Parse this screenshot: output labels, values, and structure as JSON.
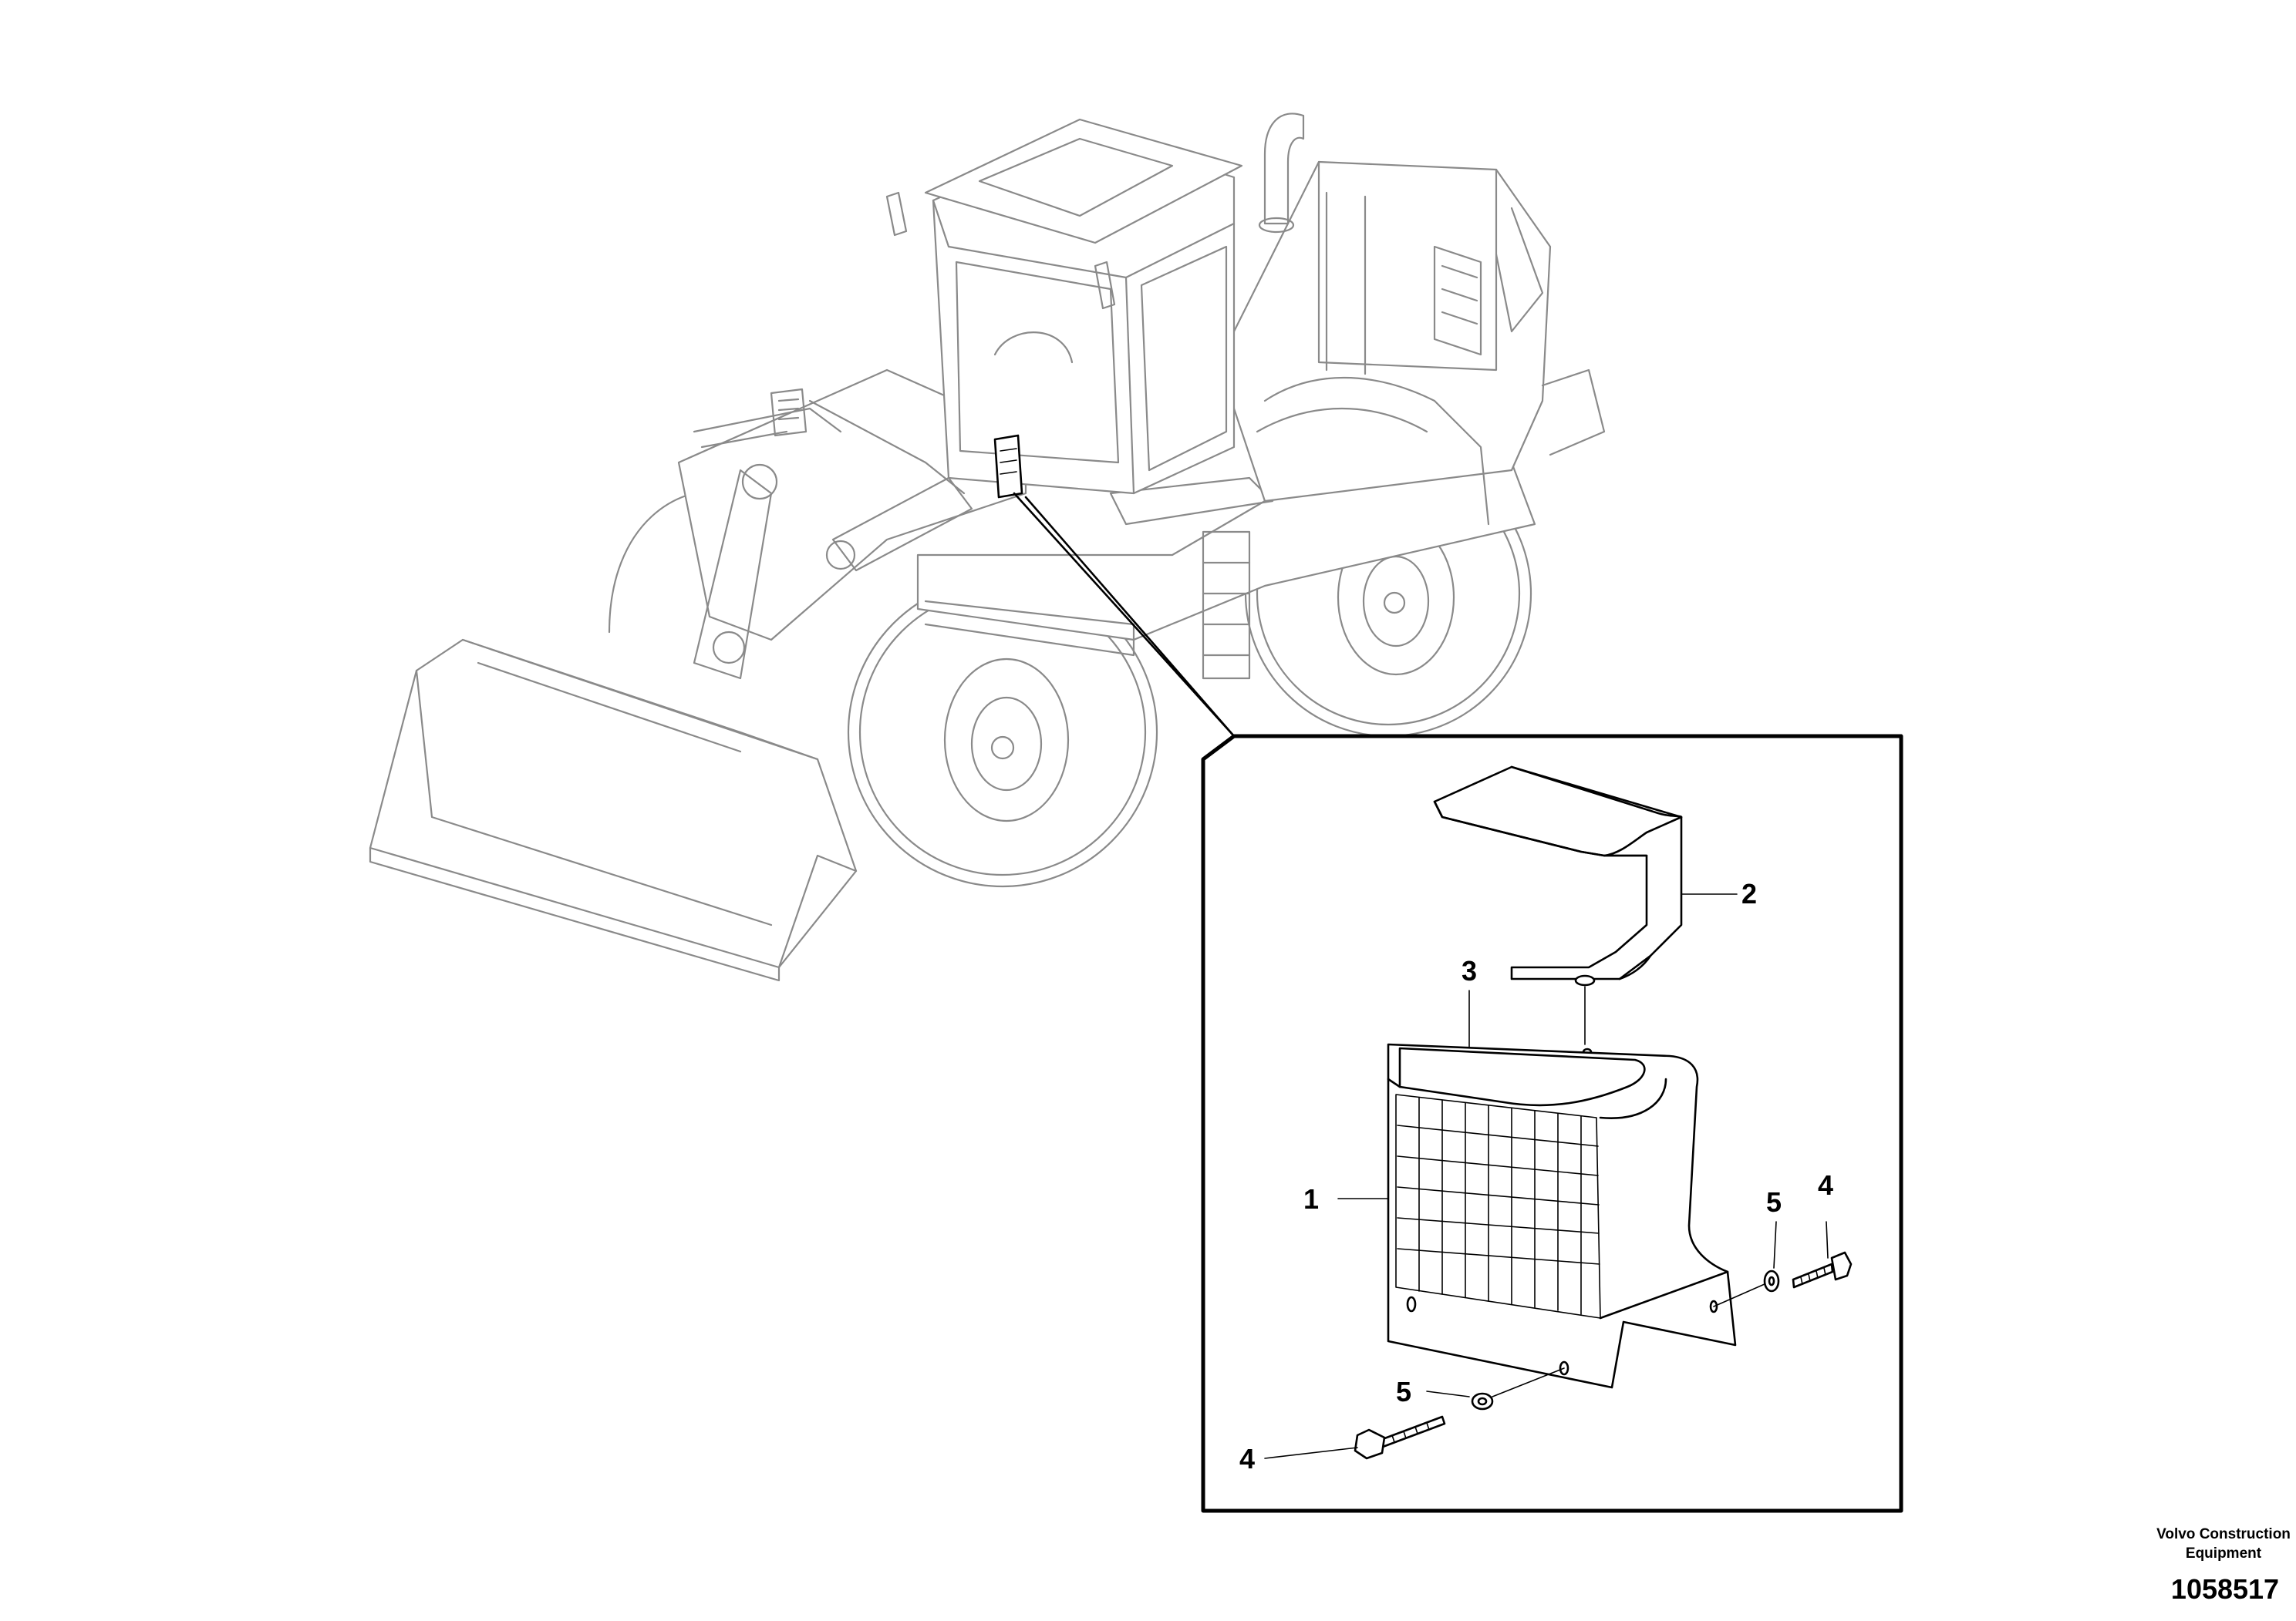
{
  "diagram": {
    "callouts": {
      "c1": "1",
      "c2": "2",
      "c3": "3",
      "c4a": "4",
      "c4b": "4",
      "c5a": "5",
      "c5b": "5"
    },
    "brand_line1": "Volvo Construction",
    "brand_line2": "Equipment",
    "doc_number": "1058517"
  }
}
